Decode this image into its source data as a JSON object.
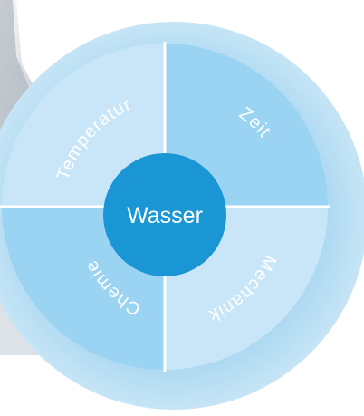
{
  "diagram": {
    "center": {
      "label": "Wasser",
      "color": "#1a96d4"
    },
    "segments": [
      {
        "label": "Temperatur",
        "color": "#c8e6f7"
      },
      {
        "label": "Zeit",
        "color": "#9bd3f3"
      },
      {
        "label": "Mechanik",
        "color": "#c8e6f7"
      },
      {
        "label": "Chemie",
        "color": "#9bd3f3"
      }
    ],
    "ring_color": "#b4dcf2",
    "divider_color": "#ffffff"
  }
}
